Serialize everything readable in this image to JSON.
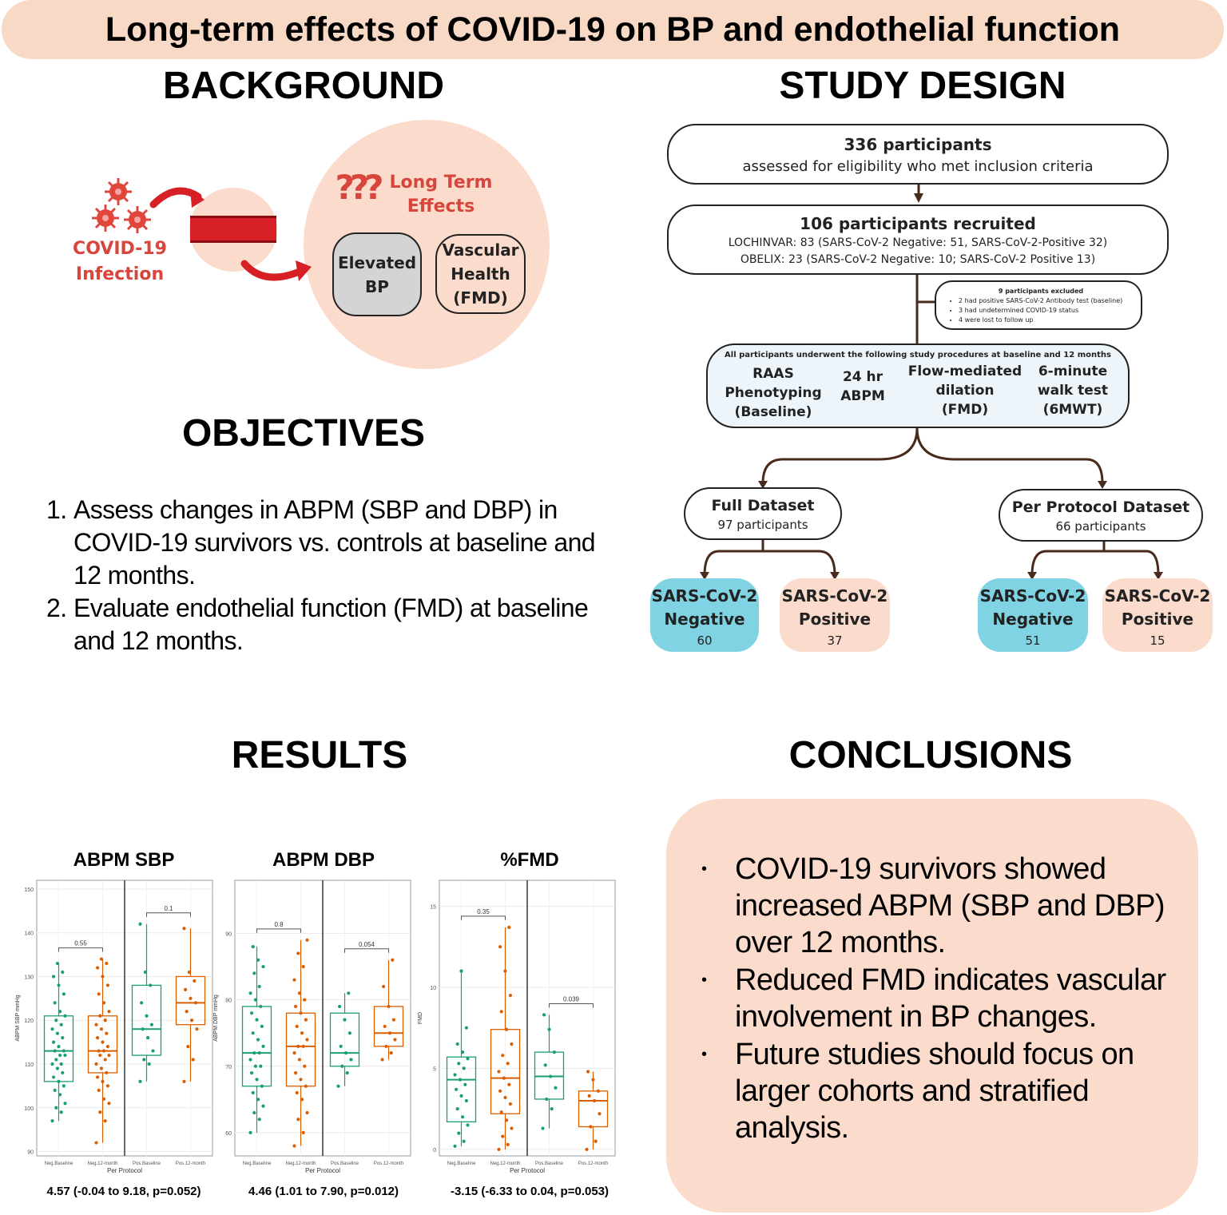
{
  "title": "Long-term effects of COVID-19 on BP and endothelial function",
  "background": {
    "heading": "BACKGROUND",
    "infection_label": [
      "COVID-19",
      "Infection"
    ],
    "long_term_label": [
      "Long Term",
      "Effects"
    ],
    "question_marks": "???",
    "box_bp": [
      "Elevated",
      "BP"
    ],
    "box_vascular": [
      "Vascular",
      "Health",
      "(FMD)"
    ]
  },
  "objectives": {
    "heading": "OBJECTIVES",
    "items": [
      {
        "num": "1.",
        "text": "Assess changes in ABPM (SBP and DBP) in COVID-19 survivors vs. controls at baseline and 12 months."
      },
      {
        "num": "2.",
        "text": "Evaluate endothelial function (FMD) at baseline and 12 months."
      }
    ]
  },
  "study_design": {
    "heading": "STUDY DESIGN",
    "assessed": {
      "count": "336 participants",
      "detail": "assessed for eligibility who met inclusion criteria"
    },
    "recruited": {
      "count": "106 participants recruited",
      "line1": "LOCHINVAR: 83 (SARS-CoV-2 Negative: 51, SARS-CoV-2-Positive 32)",
      "line2": "OBELIX: 23 (SARS-CoV-2 Negative: 10; SARS-CoV-2 Positive 13)"
    },
    "excluded": {
      "title": "9 participants excluded",
      "items": [
        "2 had positive SARS-CoV-2 Antibody test (baseline)",
        "3 had undetermined COVID-19 status",
        "4 were lost to follow up"
      ]
    },
    "procedures": {
      "header": "All participants underwent the following study procedures at baseline and 12 months",
      "items": [
        [
          "RAAS",
          "Phenotyping",
          "(Baseline)"
        ],
        [
          "24 hr",
          "ABPM"
        ],
        [
          "Flow-mediated",
          "dilation",
          "(FMD)"
        ],
        [
          "6-minute",
          "walk test",
          "(6MWT)"
        ]
      ]
    },
    "full": {
      "name": "Full Dataset",
      "count": "97 participants"
    },
    "per_protocol": {
      "name": "Per Protocol Dataset",
      "count": "66 participants"
    },
    "leaves": [
      {
        "l1": "SARS-CoV-2",
        "l2": "Negative",
        "n": "60"
      },
      {
        "l1": "SARS-CoV-2",
        "l2": "Positive",
        "n": "37"
      },
      {
        "l1": "SARS-CoV-2",
        "l2": "Negative",
        "n": "51"
      },
      {
        "l1": "SARS-CoV-2",
        "l2": "Positive",
        "n": "15"
      }
    ]
  },
  "results": {
    "heading": "RESULTS"
  },
  "conclusions": {
    "heading": "CONCLUSIONS",
    "items": [
      "COVID-19 survivors showed increased ABPM (SBP and DBP) over 12 months.",
      "Reduced FMD indicates vascular involvement in BP changes.",
      "Future studies should focus on larger cohorts and stratified analysis."
    ]
  },
  "colors": {
    "negative": "#1a9e77",
    "positive": "#d95f02",
    "banner": "#f8d9c6",
    "accent_red": "#d8453c",
    "neg_box": "#7fd3e3"
  },
  "chart_data": [
    {
      "type": "box",
      "title": "ABPM SBP",
      "xlabel": "Per Protocol",
      "ylabel": "ABPM SBP mmHg",
      "categories": [
        "Neg.Baseline",
        "Neg.12-month",
        "Pos.Baseline",
        "Pos.12-month"
      ],
      "yticks": [
        90,
        100,
        110,
        120,
        130,
        140,
        150
      ],
      "ylim": [
        89,
        152
      ],
      "boxes": [
        {
          "min": 97,
          "q1": 106,
          "median": 113,
          "q3": 121,
          "max": 133
        },
        {
          "min": 92,
          "q1": 108,
          "median": 113,
          "q3": 121,
          "max": 134
        },
        {
          "min": 106,
          "q1": 112,
          "median": 118,
          "q3": 128,
          "max": 142
        },
        {
          "min": 106,
          "q1": 119,
          "median": 124,
          "q3": 130,
          "max": 141
        }
      ],
      "points": [
        [
          97,
          99,
          100,
          101,
          103,
          104,
          105,
          106,
          107,
          108,
          109,
          110,
          110,
          111,
          112,
          112,
          113,
          113,
          114,
          115,
          116,
          117,
          118,
          119,
          120,
          121,
          122,
          124,
          126,
          128,
          130,
          131,
          133
        ],
        [
          92,
          97,
          99,
          101,
          102,
          104,
          105,
          106,
          107,
          108,
          109,
          110,
          111,
          112,
          112,
          113,
          113,
          114,
          115,
          116,
          117,
          118,
          119,
          120,
          121,
          122,
          124,
          126,
          128,
          130,
          132,
          133,
          134
        ],
        [
          106,
          110,
          111,
          113,
          116,
          118,
          119,
          121,
          124,
          128,
          131,
          142
        ],
        [
          106,
          111,
          114,
          118,
          120,
          122,
          124,
          125,
          127,
          129,
          131,
          141
        ]
      ],
      "comparisons": [
        {
          "label": "0.55",
          "from": 0,
          "to": 1
        },
        {
          "label": "0.1",
          "from": 2,
          "to": 3
        }
      ],
      "estimate": "4.57 (-0.04 to 9.18, p=0.052)"
    },
    {
      "type": "box",
      "title": "ABPM DBP",
      "xlabel": "Per Protocol",
      "ylabel": "ABPM DBP mmHg",
      "categories": [
        "Neg.Baseline",
        "Neg.12-month",
        "Pos.Baseline",
        "Pos.12-month"
      ],
      "yticks": [
        60,
        70,
        80,
        90
      ],
      "ylim": [
        56.5,
        98
      ],
      "boxes": [
        {
          "min": 60,
          "q1": 67,
          "median": 72,
          "q3": 79,
          "max": 88
        },
        {
          "min": 58,
          "q1": 67,
          "median": 73,
          "q3": 78,
          "max": 89
        },
        {
          "min": 67,
          "q1": 70,
          "median": 72,
          "q3": 78,
          "max": 81
        },
        {
          "min": 71,
          "q1": 73,
          "median": 75,
          "q3": 79,
          "max": 86
        }
      ],
      "points": [
        [
          60,
          62,
          63,
          64,
          65,
          66,
          67,
          68,
          69,
          70,
          70,
          71,
          72,
          72,
          73,
          74,
          75,
          76,
          77,
          78,
          79,
          80,
          81,
          82,
          84,
          85,
          86,
          88
        ],
        [
          58,
          60,
          62,
          63,
          65,
          66,
          67,
          68,
          69,
          70,
          71,
          72,
          73,
          73,
          74,
          75,
          76,
          77,
          78,
          79,
          80,
          81,
          83,
          85,
          87,
          89
        ],
        [
          67,
          69,
          70,
          71,
          72,
          73,
          75,
          77,
          79,
          81
        ],
        [
          71,
          72,
          73,
          74,
          75,
          76,
          77,
          79,
          82,
          86
        ]
      ],
      "comparisons": [
        {
          "label": "0.8",
          "from": 0,
          "to": 1
        },
        {
          "label": "0.054",
          "from": 2,
          "to": 3
        }
      ],
      "estimate": "4.46 (1.01 to 7.90, p=0.012)"
    },
    {
      "type": "box",
      "title": "%FMD",
      "xlabel": "Per Protocol",
      "ylabel": "FMD",
      "categories": [
        "Neg.Baseline",
        "Neg.12-month",
        "Pos.Baseline",
        "Pos.12-month"
      ],
      "yticks": [
        0,
        5,
        10,
        15
      ],
      "ylim": [
        -0.4,
        16.6
      ],
      "boxes": [
        {
          "min": 0.2,
          "q1": 1.7,
          "median": 4.3,
          "q3": 5.7,
          "max": 11
        },
        {
          "min": 0,
          "q1": 2.2,
          "median": 4.4,
          "q3": 7.4,
          "max": 13.7
        },
        {
          "min": 1.3,
          "q1": 3.1,
          "median": 4.5,
          "q3": 6,
          "max": 8.3
        },
        {
          "min": 0,
          "q1": 1.4,
          "median": 3,
          "q3": 3.6,
          "max": 4.8
        }
      ],
      "points": [
        [
          0.2,
          0.5,
          1,
          1.5,
          2,
          2.5,
          3,
          3.3,
          3.7,
          4,
          4.3,
          4.6,
          5,
          5.3,
          5.6,
          6,
          6.5,
          7.5,
          11
        ],
        [
          0,
          0.3,
          0.8,
          1.3,
          1.8,
          2.3,
          2.8,
          3.2,
          3.6,
          4,
          4.4,
          4.8,
          5.3,
          5.8,
          6.5,
          7.4,
          8.5,
          9.5,
          11,
          12.5,
          13.7
        ],
        [
          1.3,
          2.5,
          3.1,
          3.8,
          4.5,
          5.2,
          6,
          7.4,
          8.3
        ],
        [
          0,
          0.5,
          1.4,
          2.2,
          3,
          3.3,
          3.6,
          4.3,
          4.8
        ]
      ],
      "comparisons": [
        {
          "label": "0.35",
          "from": 0,
          "to": 1
        },
        {
          "label": "0.039",
          "from": 2,
          "to": 3
        }
      ],
      "estimate": "-3.15 (-6.33 to 0.04, p=0.053)"
    }
  ]
}
